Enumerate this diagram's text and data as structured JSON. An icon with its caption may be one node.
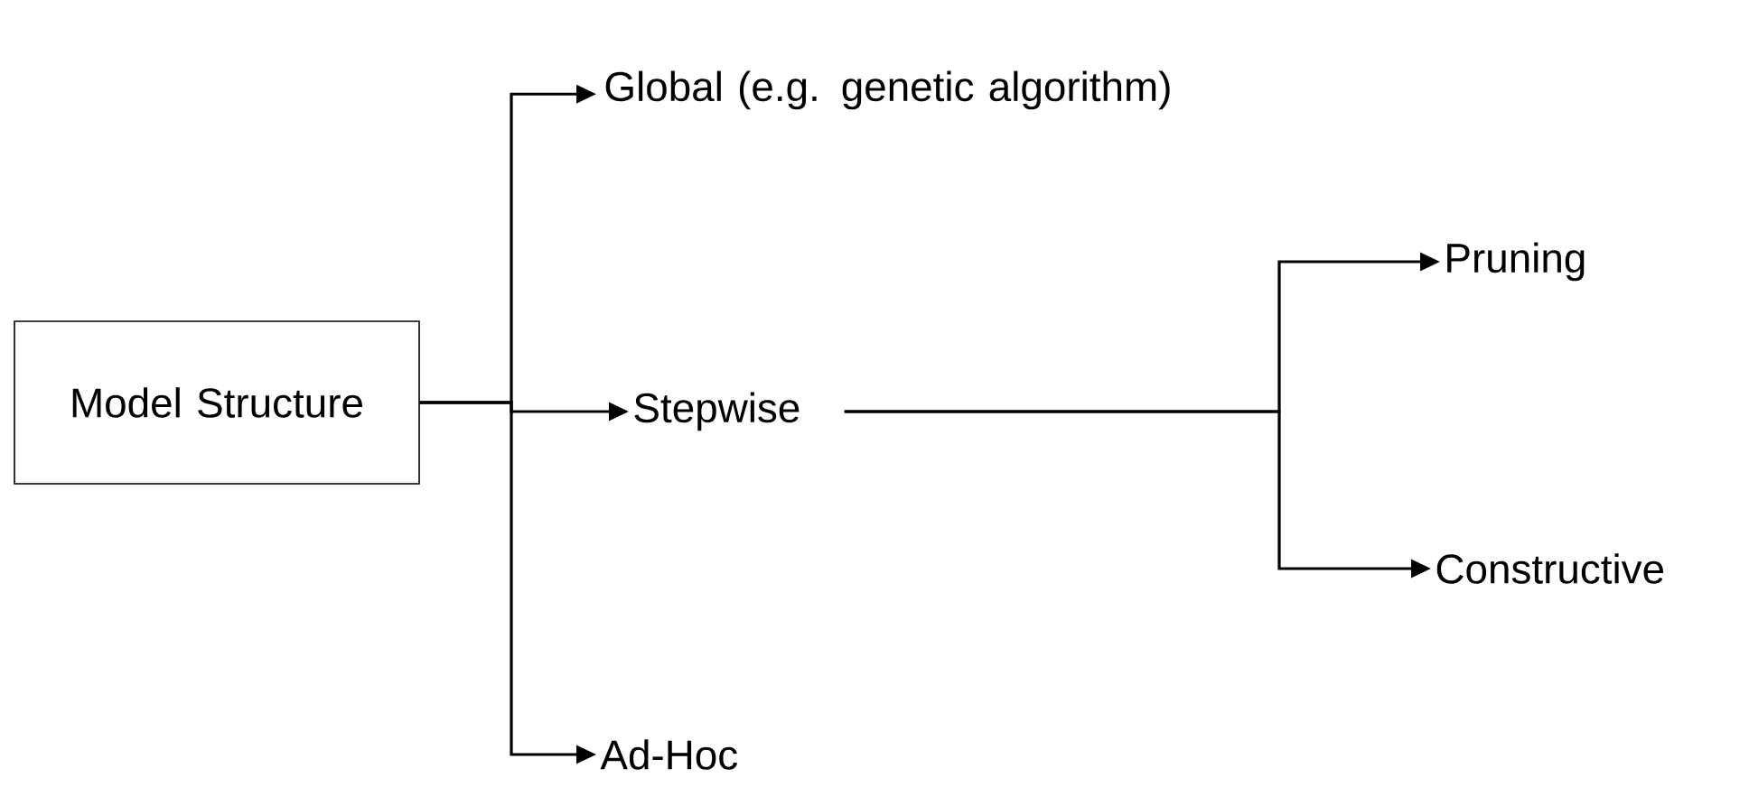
{
  "diagram": {
    "nodes": [
      {
        "text": [
          "Model Structure"
        ]
      },
      {
        "text": [
          "Global (e.g. genetic algorithm)"
        ]
      },
      {
        "text": [
          "Stepwise"
        ]
      },
      {
        "text": [
          "Ad-Hoc"
        ]
      },
      {
        "text": [
          "Pruning"
        ]
      },
      {
        "text": [
          "Constructive"
        ]
      }
    ],
    "edges": [
      {
        "from": 0,
        "to": 1,
        "arrow": "to"
      },
      {
        "from": 0,
        "to": 2,
        "arrow": "to"
      },
      {
        "from": 0,
        "to": 3,
        "arrow": "to"
      },
      {
        "from": 2,
        "to": 4,
        "arrow": "to"
      },
      {
        "from": 2,
        "to": 5,
        "arrow": "to"
      }
    ]
  }
}
